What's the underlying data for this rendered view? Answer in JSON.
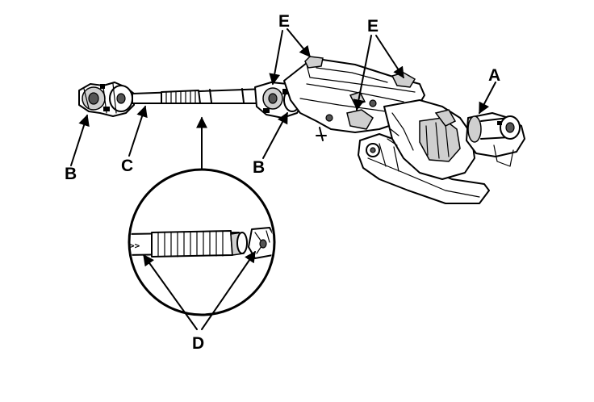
{
  "callouts": {
    "a": "A",
    "b_left": "B",
    "b_right": "B",
    "c": "C",
    "d": "D",
    "e_left": "E",
    "e_right": "E"
  },
  "detail_marking": ">>"
}
